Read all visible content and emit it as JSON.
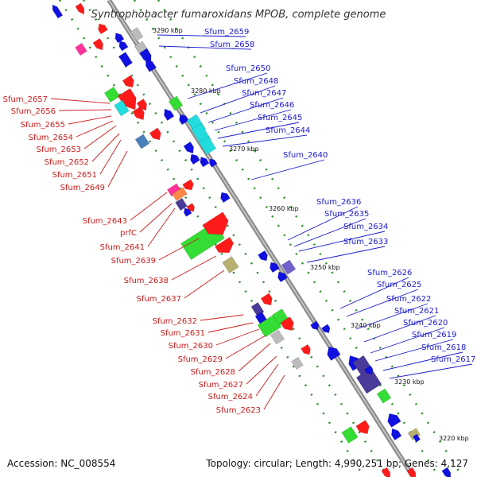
{
  "title": "Syntrophobacter fumaroxidans MPOB, complete genome",
  "footer": {
    "accession": "Accession: NC_008554",
    "info": "Topology: circular; Length: 4,990,251 bp; Genes: 4,127"
  },
  "colors": {
    "backbone": "#8c8c8c",
    "tick": "#2e8b2e",
    "right_label": "#1a1acc",
    "left_label": "#cc1a1a",
    "red": "#ff1a1a",
    "blue": "#1010e0",
    "green": "#33dd33",
    "cyan": "#22dddd",
    "gray": "#bbbbbb",
    "olive": "#b8b070",
    "navy": "#4a3a9a",
    "pink": "#ff3399",
    "steel": "#4a80b8",
    "purple": "#7060cc",
    "orange": "#ff8844"
  },
  "kbp_marks": [
    "3290 kbp",
    "3280 kbp",
    "3270 kbp",
    "3260 kbp",
    "3250 kbp",
    "3240 kbp",
    "3230 kbp",
    "3220 kbp"
  ],
  "right_labels": [
    "Sfum_2659",
    "Sfum_2658",
    "Sfum_2650",
    "Sfum_2648",
    "Sfum_2647",
    "Sfum_2646",
    "Sfum_2645",
    "Sfum_2644",
    "Sfum_2640",
    "Sfum_2636",
    "Sfum_2635",
    "Sfum_2634",
    "Sfum_2633",
    "Sfum_2626",
    "Sfum_2625",
    "Sfum_2622",
    "Sfum_2621",
    "Sfum_2620",
    "Sfum_2619",
    "Sfum_2618",
    "Sfum_2617"
  ],
  "left_labels": [
    "Sfum_2657",
    "Sfum_2656",
    "Sfum_2655",
    "Sfum_2654",
    "Sfum_2653",
    "Sfum_2652",
    "Sfum_2651",
    "Sfum_2649",
    "Sfum_2643",
    "prfC",
    "Sfum_2641",
    "Sfum_2639",
    "Sfum_2638",
    "Sfum_2637",
    "Sfum_2632",
    "Sfum_2631",
    "Sfum_2630",
    "Sfum_2629",
    "Sfum_2628",
    "Sfum_2627",
    "Sfum_2624",
    "Sfum_2623"
  ]
}
